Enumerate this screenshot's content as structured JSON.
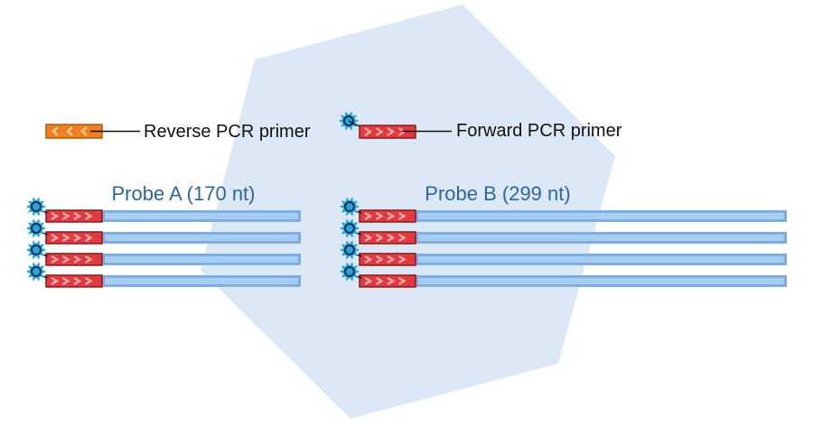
{
  "legend": {
    "reverse_primer_label": "Reverse PCR primer",
    "forward_primer_label": "Forward PCR primer"
  },
  "probes": [
    {
      "id": "probe-a",
      "title": "Probe A (170 nt)",
      "strand_count": 4
    },
    {
      "id": "probe-b",
      "title": "Probe B (299 nt)",
      "strand_count": 4
    }
  ],
  "colors": {
    "background_shape": "#dde8f6",
    "probe_body": "#7aaee4",
    "probe_body_inner": "#a8cdf3",
    "forward_primer": "#e23a3e",
    "forward_primer_border": "#8c1a1c",
    "reverse_primer": "#f07f1f",
    "reverse_primer_border": "#b55a0a",
    "fluorophore": "#1fa7e0",
    "probe_title": "#2a66a6",
    "text": "#111111"
  }
}
